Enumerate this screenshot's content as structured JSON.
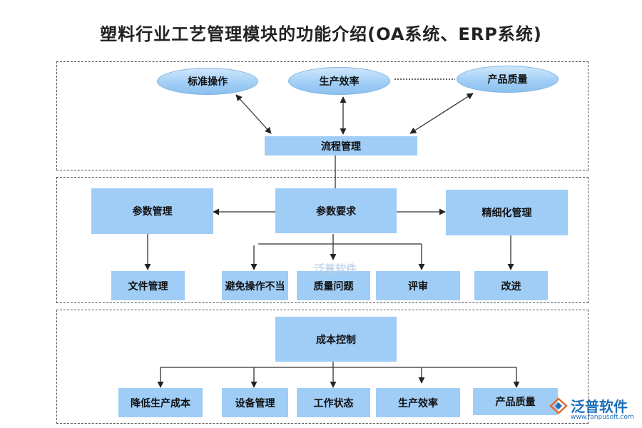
{
  "title": "塑料行业工艺管理模块的功能介绍(OA系统、ERP系统)",
  "top": {
    "ellipses": [
      "标准操作",
      "生产效率",
      "产品质量"
    ],
    "center": "流程管理"
  },
  "middle": {
    "center": "参数要求",
    "left": "参数管理",
    "right": "精细化管理",
    "left_child": "文件管理",
    "right_child": "改进",
    "children": [
      "避免操作不当",
      "质量问题",
      "评审"
    ]
  },
  "bottom": {
    "center": "成本控制",
    "children": [
      "降低生产成本",
      "设备管理",
      "工作状态",
      "生产效率",
      "产品质量"
    ]
  },
  "watermark": "泛普软件",
  "logo": {
    "text": "泛普软件",
    "sub": "www.fanpusoft.com"
  },
  "colors": {
    "box": "#9fcdf6",
    "line": "#333333"
  }
}
